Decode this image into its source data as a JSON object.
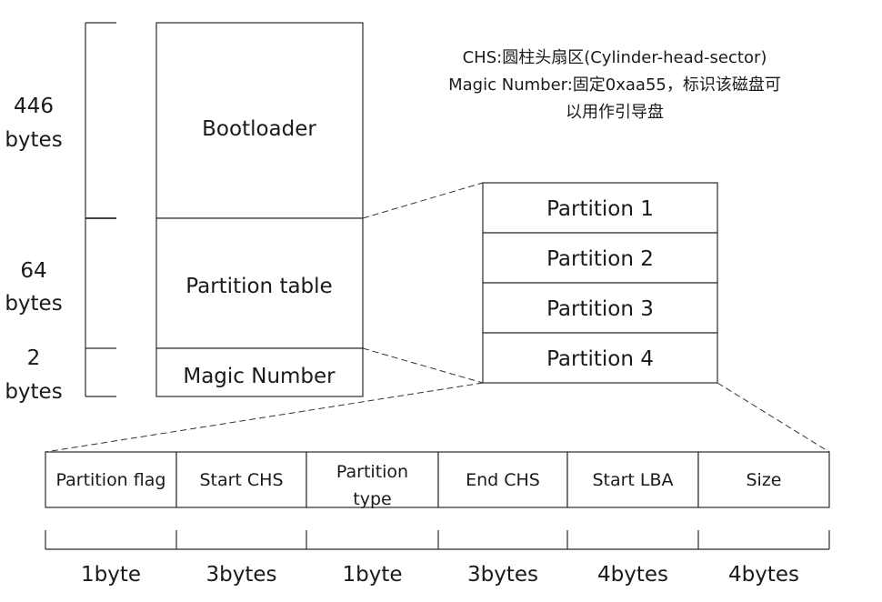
{
  "size_labels": {
    "bootloader": {
      "number": "446",
      "unit": "bytes"
    },
    "partition_table": {
      "number": "64",
      "unit": "bytes"
    },
    "magic_number": {
      "number": "2",
      "unit": "bytes"
    }
  },
  "mbr": {
    "bootloader": "Bootloader",
    "partition_table": "Partition table",
    "magic_number": "Magic Number"
  },
  "notes": [
    "CHS:圆柱头扇区(Cylinder-head-sector)",
    "Magic Number:固定0xaa55，标识该磁盘可",
    "以用作引导盘"
  ],
  "partitions": [
    "Partition 1",
    "Partition 2",
    "Partition 3",
    "Partition 4"
  ],
  "entry_fields": [
    {
      "label_lines": [
        "Partition flag"
      ],
      "size": "1byte"
    },
    {
      "label_lines": [
        "Start CHS"
      ],
      "size": "3bytes"
    },
    {
      "label_lines": [
        "Partition",
        "type"
      ],
      "size": "1byte"
    },
    {
      "label_lines": [
        "End CHS"
      ],
      "size": "3bytes"
    },
    {
      "label_lines": [
        "Start LBA"
      ],
      "size": "4bytes"
    },
    {
      "label_lines": [
        "Size"
      ],
      "size": "4bytes"
    }
  ]
}
